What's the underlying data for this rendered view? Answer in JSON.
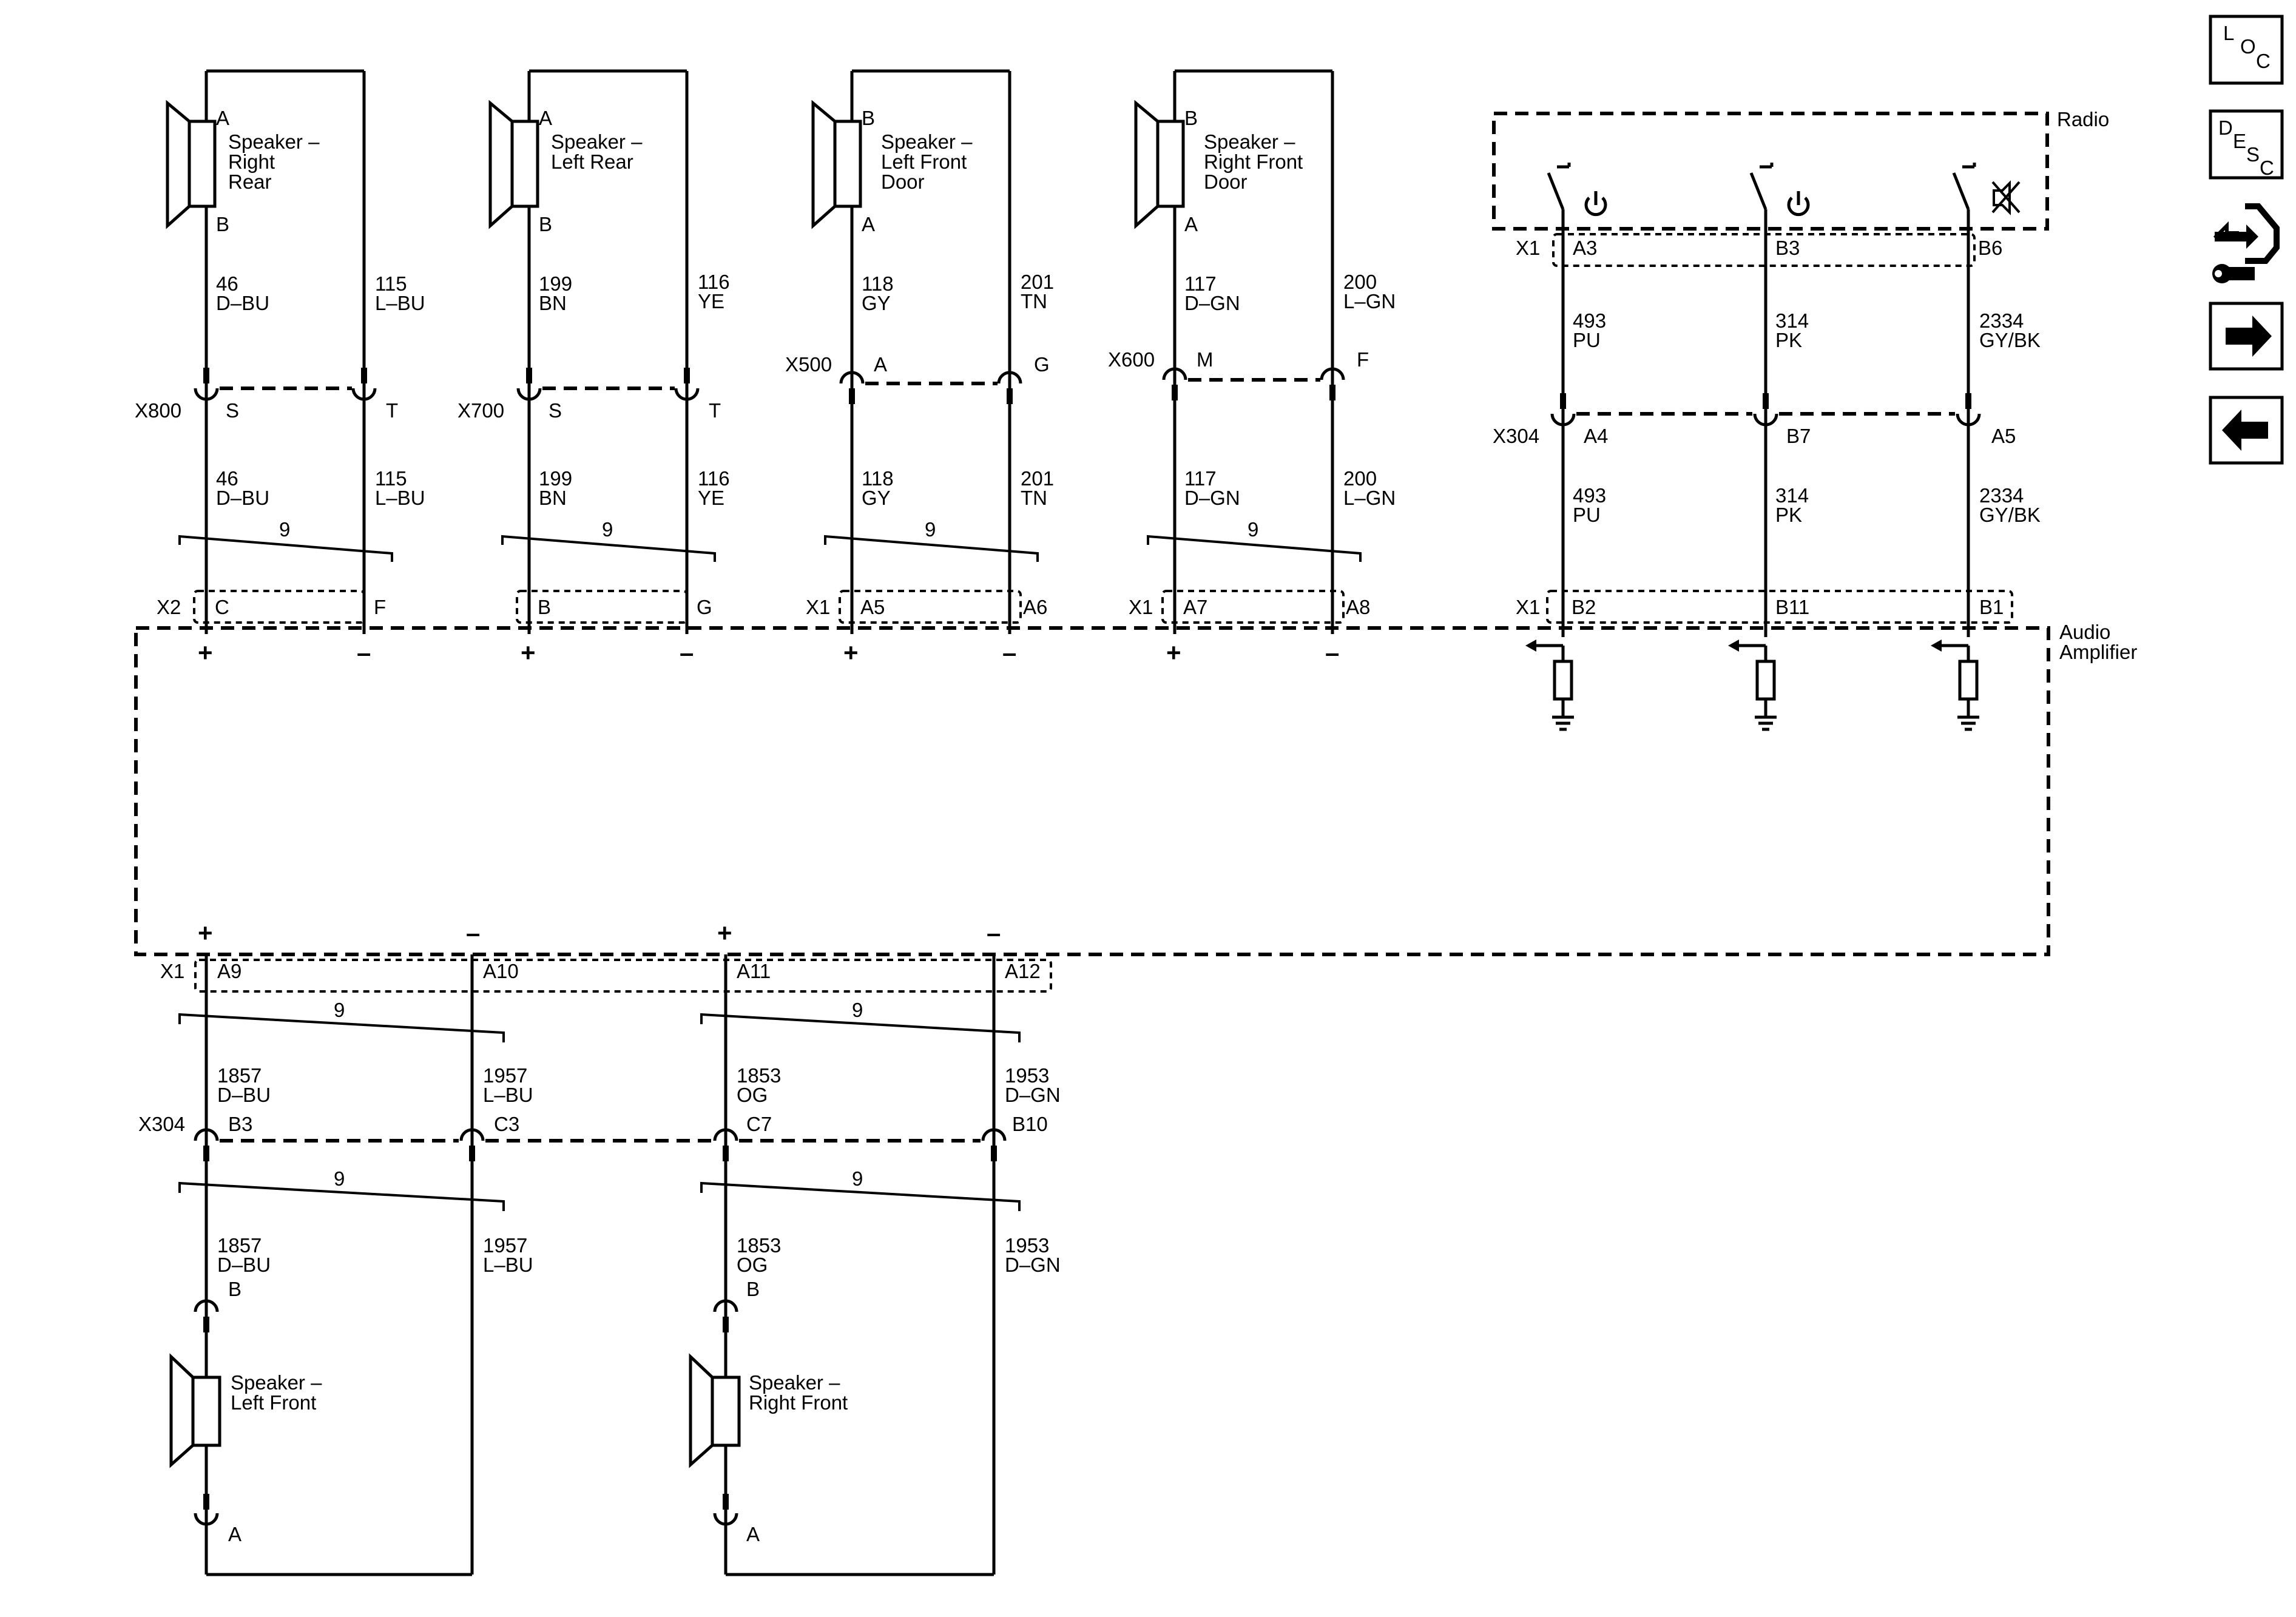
{
  "legend_buttons": {
    "loc": [
      "L",
      "O",
      "C"
    ],
    "desc": [
      "D",
      "E",
      "S",
      "C"
    ],
    "troubleshoot_icon": "wrench-arrows-icon",
    "next_icon": "arrow-right-icon",
    "prev_icon": "arrow-left-icon"
  },
  "components": {
    "radio": "Radio",
    "amplifier": [
      "Audio",
      "Amplifier"
    ],
    "power_icon": "power-icon",
    "mute_icon": "speaker-mute-icon"
  },
  "top_speakers": [
    {
      "name": [
        "Speaker –",
        "Right",
        "Rear"
      ],
      "pin_top": "A",
      "pin_bottom": "B",
      "left_wire_upper": [
        "46",
        "D–BU"
      ],
      "right_wire_upper": [
        "115",
        "L–BU"
      ],
      "connector": "X800",
      "pin_left": "S",
      "pin_right": "T",
      "left_wire_lower": [
        "46",
        "D–BU"
      ],
      "right_wire_lower": [
        "115",
        "L–BU"
      ],
      "twist": "9",
      "amp_conn": "X2",
      "amp_pin_left": "C",
      "amp_pin_right": "F",
      "plus": "+",
      "minus": "–"
    },
    {
      "name": [
        "Speaker –",
        "Left Rear"
      ],
      "pin_top": "A",
      "pin_bottom": "B",
      "left_wire_upper": [
        "199",
        "BN"
      ],
      "right_wire_upper": [
        "116",
        "YE"
      ],
      "connector": "X700",
      "pin_left": "S",
      "pin_right": "T",
      "left_wire_lower": [
        "199",
        "BN"
      ],
      "right_wire_lower": [
        "116",
        "YE"
      ],
      "twist": "9",
      "amp_conn": "",
      "amp_pin_left": "B",
      "amp_pin_right": "G",
      "plus": "+",
      "minus": "–"
    },
    {
      "name": [
        "Speaker –",
        "Left Front",
        "Door"
      ],
      "pin_top": "B",
      "pin_bottom": "A",
      "left_wire_upper": [
        "118",
        "GY"
      ],
      "right_wire_upper": [
        "201",
        "TN"
      ],
      "connector": "X500",
      "pin_left": "A",
      "pin_right": "G",
      "left_wire_lower": [
        "118",
        "GY"
      ],
      "right_wire_lower": [
        "201",
        "TN"
      ],
      "twist": "9",
      "amp_conn": "X1",
      "amp_pin_left": "A5",
      "amp_pin_right": "A6",
      "plus": "+",
      "minus": "–"
    },
    {
      "name": [
        "Speaker –",
        "Right Front",
        "Door"
      ],
      "pin_top": "B",
      "pin_bottom": "A",
      "left_wire_upper": [
        "117",
        "D–GN"
      ],
      "right_wire_upper": [
        "200",
        "L–GN"
      ],
      "connector": "X600",
      "pin_left": "M",
      "pin_right": "F",
      "left_wire_lower": [
        "117",
        "D–GN"
      ],
      "right_wire_lower": [
        "200",
        "L–GN"
      ],
      "twist": "9",
      "amp_conn": "X1",
      "amp_pin_left": "A7",
      "amp_pin_right": "A8",
      "plus": "+",
      "minus": "–"
    }
  ],
  "radio_circuits": {
    "radio_conn": "X1",
    "mid_conn": "X304",
    "amp_conn": "X1",
    "items": [
      {
        "radio_pin": "A3",
        "wire": [
          "493",
          "PU"
        ],
        "mid_pin": "A4",
        "wire_lower": [
          "493",
          "PU"
        ],
        "amp_pin": "B2"
      },
      {
        "radio_pin": "B3",
        "wire": [
          "314",
          "PK"
        ],
        "mid_pin": "B7",
        "wire_lower": [
          "314",
          "PK"
        ],
        "amp_pin": "B11"
      },
      {
        "radio_pin": "B6",
        "wire": [
          "2334",
          "GY/BK"
        ],
        "mid_pin": "A5",
        "wire_lower": [
          "2334",
          "GY/BK"
        ],
        "amp_pin": "B1"
      }
    ]
  },
  "bottom": {
    "amp_conn": "X1",
    "mid_conn": "X304",
    "speakers": [
      {
        "name": [
          "Speaker –",
          "Left Front"
        ],
        "amp_pin_left": "A9",
        "amp_pin_right": "A10",
        "plus": "+",
        "minus": "–",
        "twist": "9",
        "left_wire": [
          "1857",
          "D–BU"
        ],
        "right_wire": [
          "1957",
          "L–BU"
        ],
        "mid_pin_left": "B3",
        "mid_pin_right": "C3",
        "left_wire_lower": [
          "1857",
          "D–BU"
        ],
        "right_wire_lower": [
          "1957",
          "L–BU"
        ],
        "spk_pin_top": "B",
        "spk_pin_bottom": "A"
      },
      {
        "name": [
          "Speaker –",
          "Right Front"
        ],
        "amp_pin_left": "A11",
        "amp_pin_right": "A12",
        "plus": "+",
        "minus": "–",
        "twist": "9",
        "left_wire": [
          "1853",
          "OG"
        ],
        "right_wire": [
          "1953",
          "D–GN"
        ],
        "mid_pin_left": "C7",
        "mid_pin_right": "B10",
        "left_wire_lower": [
          "1853",
          "OG"
        ],
        "right_wire_lower": [
          "1953",
          "D–GN"
        ],
        "spk_pin_top": "B",
        "spk_pin_bottom": "A"
      }
    ]
  }
}
